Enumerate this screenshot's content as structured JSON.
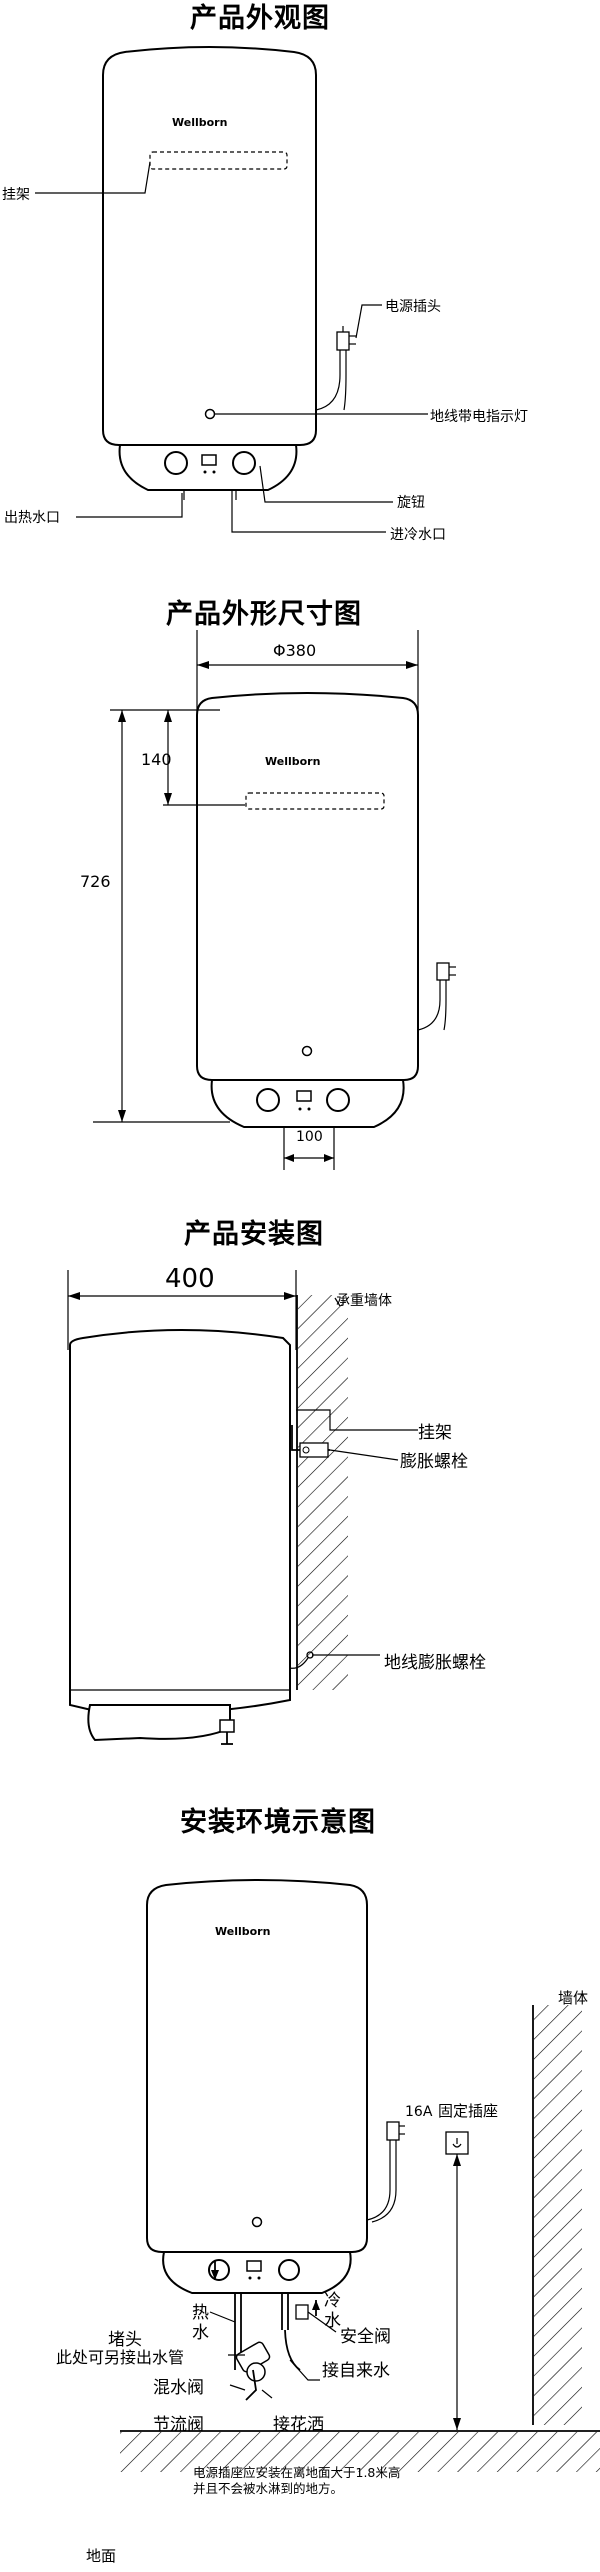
{
  "brand_logo": "Wellborn",
  "section1": {
    "title": "产品外观图",
    "labels": {
      "hanger": "挂架",
      "power_plug": "电源插头",
      "ground_line_indicator": "地线带电指示灯",
      "knob": "旋钮",
      "hot_water_outlet": "出热水口",
      "cold_water_inlet": "进冷水口"
    }
  },
  "section2": {
    "title": "产品外形尺寸图",
    "dims": {
      "diameter": "Φ380",
      "top_offset": "140",
      "height": "726",
      "pipe_spacing": "100"
    }
  },
  "section3": {
    "title": "产品安装图",
    "dims": {
      "depth": "400"
    },
    "labels": {
      "load_bearing_wall": "承重墙体",
      "hanger": "挂架",
      "expansion_bolt": "膨胀螺栓",
      "ground_expansion_bolt": "地线膨胀螺栓"
    }
  },
  "section4": {
    "title": "安装环境示意图",
    "labels": {
      "wall": "墙体",
      "socket_rating": "16A",
      "fixed_socket": "固定插座",
      "hot_water_1": "热",
      "hot_water_2": "水",
      "cold_water_1": "冷",
      "cold_water_2": "水",
      "plug": "堵头",
      "alt_outlet": "此处可另接出水管",
      "safety_valve": "安全阀",
      "mixing_valve": "混水阀",
      "tap_water": "接自来水",
      "throttle_valve": "节流阀",
      "shower": "接花洒",
      "note_line1": "电源插座应安装在离地面大于1.8米高",
      "note_line2": "并且不会被水淋到的地方。",
      "ground": "地面"
    }
  }
}
